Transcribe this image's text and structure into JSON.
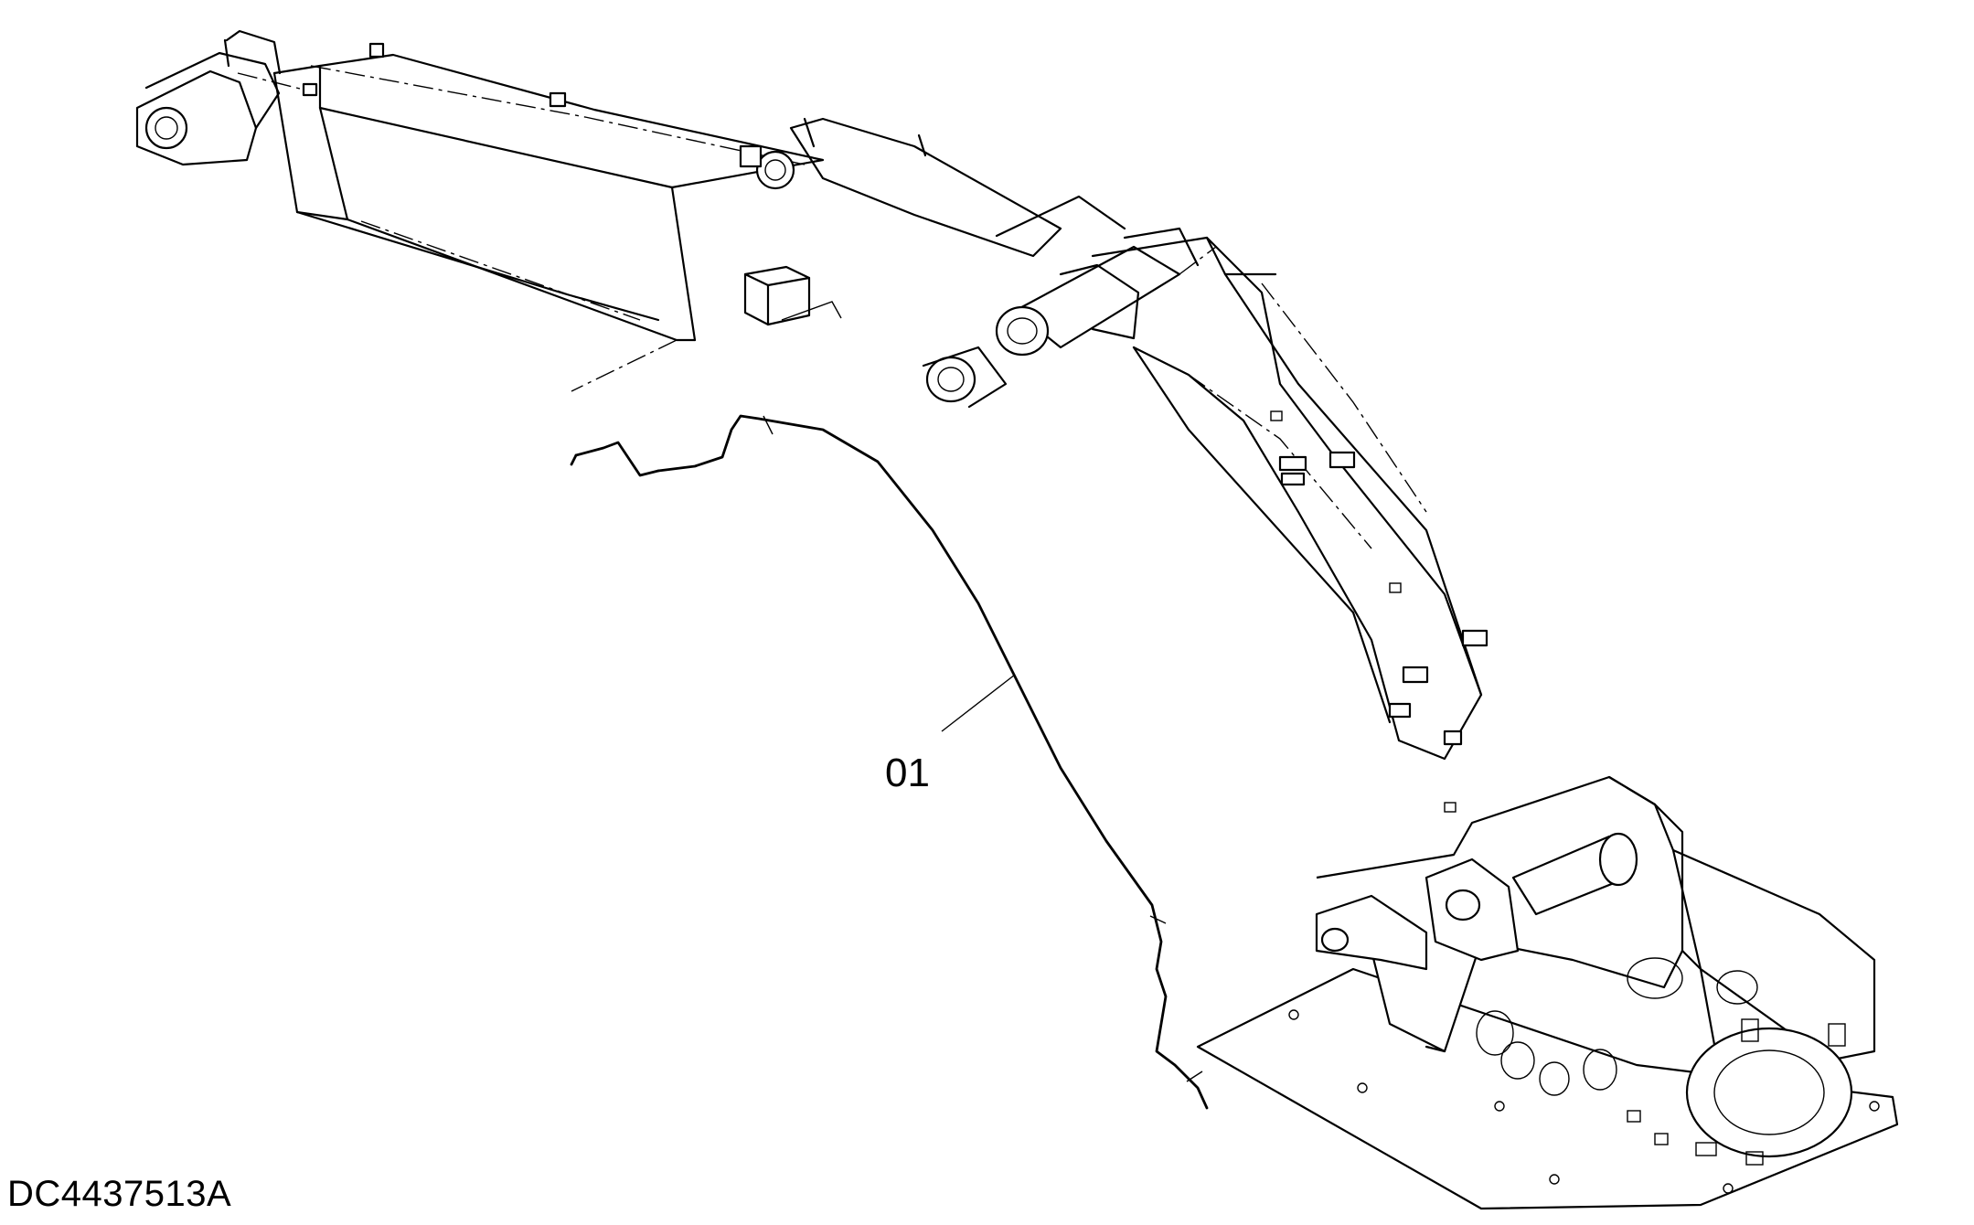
{
  "drawing": {
    "drawing_number": "DC4437513A",
    "callouts": [
      {
        "label": "01",
        "part": "wire-harness"
      }
    ],
    "colors": {
      "line": "#000000",
      "background": "#ffffff"
    }
  }
}
